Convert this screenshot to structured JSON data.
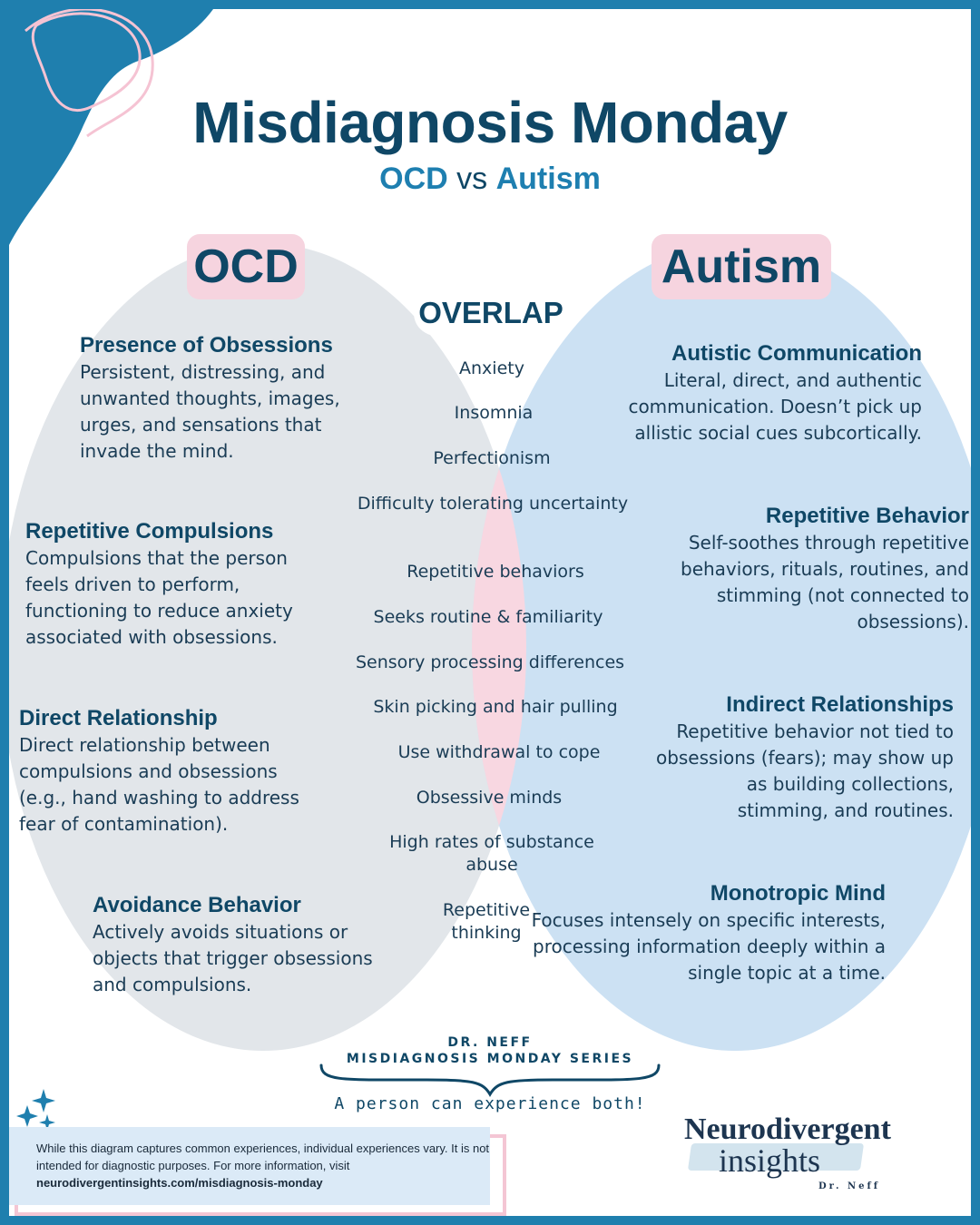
{
  "header": {
    "title": "Misdiagnosis Monday",
    "subtitle_left": "OCD",
    "subtitle_vs": "vs",
    "subtitle_right": "Autism"
  },
  "labels": {
    "left": "OCD",
    "right": "Autism",
    "overlap": "OVERLAP"
  },
  "ocd_items": [
    {
      "heading": "Presence of Obsessions",
      "body": "Persistent, distressing, and unwanted thoughts, images, urges, and sensations that invade the mind."
    },
    {
      "heading": "Repetitive Compulsions",
      "body": "Compulsions that the person feels driven to perform, functioning to reduce anxiety associated with obsessions."
    },
    {
      "heading": "Direct Relationship",
      "body": "Direct relationship between compulsions and obsessions (e.g., hand washing to address fear of contamination)."
    },
    {
      "heading": "Avoidance Behavior",
      "body": "Actively avoids situations or objects that trigger obsessions and compulsions."
    }
  ],
  "autism_items": [
    {
      "heading": "Autistic Communication",
      "body": "Literal, direct, and authentic communication. Doesn’t pick up allistic social cues subcortically."
    },
    {
      "heading": "Repetitive Behavior",
      "body": "Self-soothes through repetitive behaviors, rituals, routines, and stimming (not connected to obsessions)."
    },
    {
      "heading": "Indirect Relationships",
      "body": "Repetitive behavior not tied to obsessions (fears); may show up as building collections, stimming, and routines."
    },
    {
      "heading": "Monotropic Mind",
      "body": "Focuses intensely on specific interests, processing information deeply within a single topic at a time."
    }
  ],
  "overlap_items": [
    "Anxiety",
    "Insomnia",
    "Perfectionism",
    "Difficulty tolerating uncertainty",
    "Repetitive behaviors",
    "Seeks routine & familiarity",
    "Sensory processing differences",
    "Skin picking and hair pulling",
    "Use withdrawal to cope",
    "Obsessive minds",
    "High rates of substance abuse",
    "Repetitive thinking"
  ],
  "footer": {
    "credit_line1": "DR. NEFF",
    "credit_line2": "MISDIAGNOSIS MONDAY SERIES",
    "tagline": "A person can experience both!",
    "disclaimer": "While this diagram captures common experiences, individual experiences vary. It is not intended for diagnostic purposes. For more information, visit",
    "disclaimer_link": "neurodivergentinsights.com/misdiagnosis-monday",
    "logo_line1": "Neurodivergent",
    "logo_line2": "insights",
    "logo_line3": "Dr. Neff"
  },
  "colors": {
    "frame": "#1f7fae",
    "navy": "#0f4766",
    "ocd_circle": "#e2e6ea",
    "autism_circle": "#cce1f3",
    "overlap": "#f8d7e1",
    "label_pink": "#f6d4df",
    "accent_blue": "#1e7fb0"
  }
}
